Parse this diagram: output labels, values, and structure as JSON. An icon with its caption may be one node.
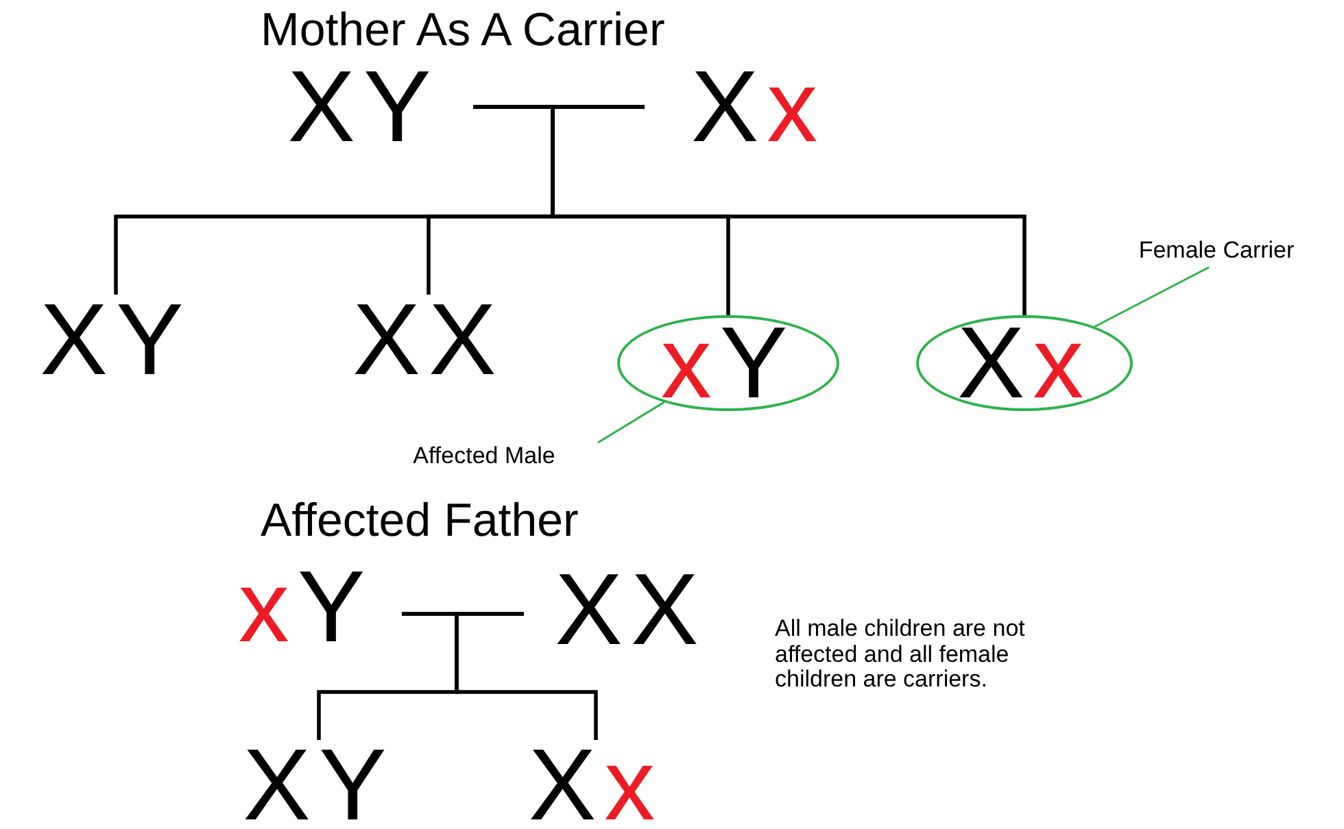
{
  "diagram": {
    "nodes": [
      {
        "text": [
          "XY"
        ]
      },
      {
        "text": [
          "Xx"
        ]
      },
      {
        "text": [
          "XY"
        ]
      },
      {
        "text": [
          "XX"
        ]
      },
      {
        "text": [
          "xY"
        ]
      },
      {
        "text": [
          "Xx"
        ]
      },
      {
        "text": [
          "Affected Male"
        ]
      },
      {
        "text": [
          "Female Carrier"
        ]
      },
      {
        "text": [
          "xY"
        ]
      },
      {
        "text": [
          "XX"
        ]
      },
      {
        "text": [
          "XY"
        ]
      },
      {
        "text": [
          "Xx"
        ]
      }
    ],
    "edges": [
      {
        "from": 0,
        "to": 1,
        "arrow": "none"
      },
      {
        "from": 0,
        "to": 2,
        "arrow": "none"
      },
      {
        "from": 0,
        "to": 3,
        "arrow": "none"
      },
      {
        "from": 0,
        "to": 4,
        "arrow": "none"
      },
      {
        "from": 0,
        "to": 5,
        "arrow": "none"
      },
      {
        "from": 1,
        "to": 2,
        "arrow": "none"
      },
      {
        "from": 1,
        "to": 3,
        "arrow": "none"
      },
      {
        "from": 1,
        "to": 4,
        "arrow": "none"
      },
      {
        "from": 1,
        "to": 5,
        "arrow": "none"
      },
      {
        "from": 6,
        "to": 4,
        "arrow": "none",
        "color": "#2db34a"
      },
      {
        "from": 7,
        "to": 5,
        "arrow": "none",
        "color": "#2db34a"
      },
      {
        "from": 8,
        "to": 9,
        "arrow": "none"
      },
      {
        "from": 8,
        "to": 10,
        "arrow": "none"
      },
      {
        "from": 8,
        "to": 11,
        "arrow": "none"
      },
      {
        "from": 9,
        "to": 10,
        "arrow": "none"
      },
      {
        "from": 9,
        "to": 11,
        "arrow": "none"
      }
    ],
    "labels": [
      "Mother As A Carrier",
      "Affected Father",
      "All male children are not affected and all female children are carriers."
    ]
  }
}
